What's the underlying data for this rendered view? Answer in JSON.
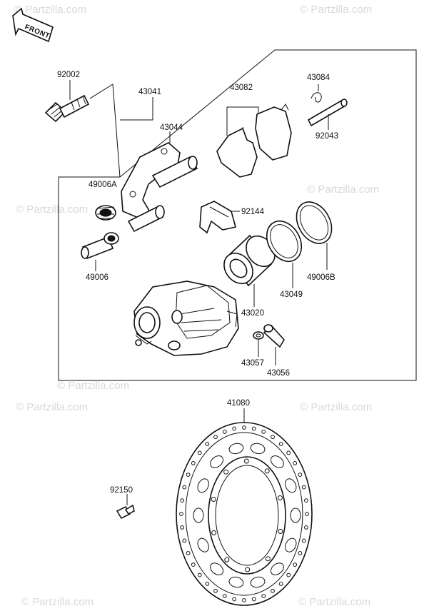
{
  "watermark": "© Partzilla.com",
  "front_label": "FRONT",
  "parts": [
    {
      "id": "92002"
    },
    {
      "id": "43041"
    },
    {
      "id": "43082"
    },
    {
      "id": "43084"
    },
    {
      "id": "43044"
    },
    {
      "id": "92043"
    },
    {
      "id": "49006A"
    },
    {
      "id": "92144"
    },
    {
      "id": "49006"
    },
    {
      "id": "49006B"
    },
    {
      "id": "43049"
    },
    {
      "id": "43020"
    },
    {
      "id": "43057"
    },
    {
      "id": "43056"
    },
    {
      "id": "41080"
    },
    {
      "id": "92150"
    }
  ]
}
